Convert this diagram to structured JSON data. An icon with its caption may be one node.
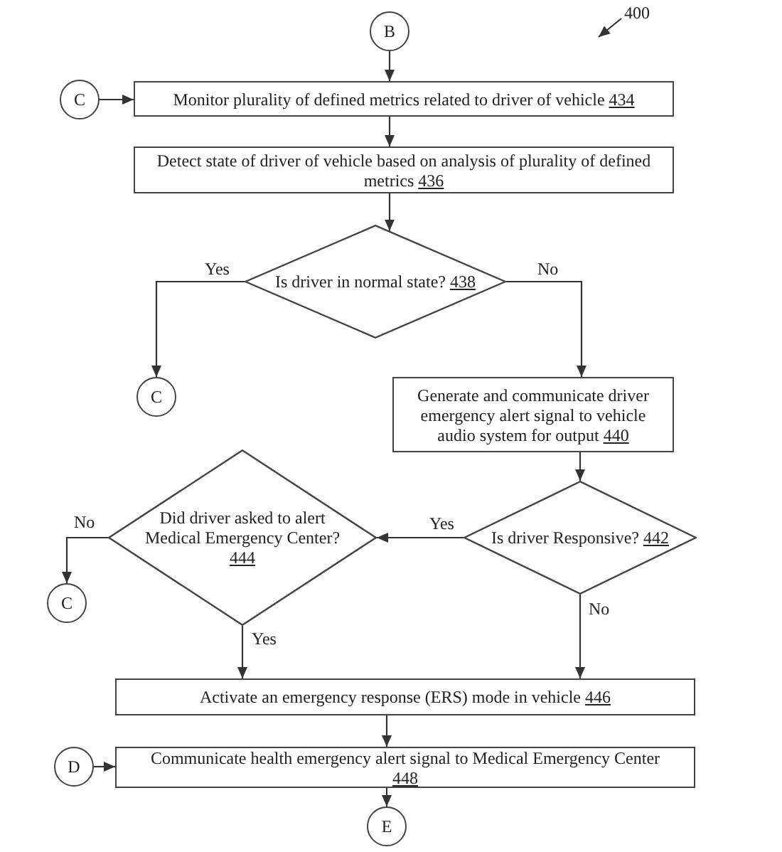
{
  "diagram": {
    "nodes": [
      {
        "text": [
          "400"
        ]
      },
      {
        "text": [
          "B"
        ]
      },
      {
        "text": [
          "C"
        ]
      },
      {
        "text": [
          "Monitor plurality of defined metrics related to driver of vehicle",
          "434"
        ]
      },
      {
        "text": [
          "Detect state of driver of vehicle based on analysis of plurality of defined metrics",
          "436"
        ]
      },
      {
        "text": [
          "Is driver in normal state?",
          "438"
        ]
      },
      {
        "text": [
          "C"
        ]
      },
      {
        "text": [
          "Generate and communicate driver emergency alert signal to vehicle audio system for output",
          "440"
        ]
      },
      {
        "text": [
          "Did driver asked to alert Medical Emergency Center?",
          "444"
        ]
      },
      {
        "text": [
          "Is driver Responsive?",
          "442"
        ]
      },
      {
        "text": [
          "C"
        ]
      },
      {
        "text": [
          "Activate an emergency response (ERS) mode in vehicle",
          "446"
        ]
      },
      {
        "text": [
          "D"
        ]
      },
      {
        "text": [
          "Communicate health emergency alert signal to Medical Emergency Center",
          "448"
        ]
      },
      {
        "text": [
          "E"
        ]
      }
    ],
    "edges": [
      {
        "from": 0,
        "to": null,
        "arrow": "to"
      },
      {
        "from": 1,
        "to": 3,
        "arrow": "to"
      },
      {
        "from": 2,
        "to": 3,
        "arrow": "to"
      },
      {
        "from": 3,
        "to": 4,
        "arrow": "to"
      },
      {
        "from": 4,
        "to": 5,
        "arrow": "to"
      },
      {
        "from": 5,
        "to": 6,
        "arrow": "to",
        "label": "Yes"
      },
      {
        "from": 5,
        "to": 7,
        "arrow": "to",
        "label": "No"
      },
      {
        "from": 7,
        "to": 9,
        "arrow": "to"
      },
      {
        "from": 9,
        "to": 8,
        "arrow": "to",
        "label": "Yes"
      },
      {
        "from": 9,
        "to": 11,
        "arrow": "to",
        "label": "No"
      },
      {
        "from": 8,
        "to": 10,
        "arrow": "to",
        "label": "No"
      },
      {
        "from": 8,
        "to": 11,
        "arrow": "to",
        "label": "Yes"
      },
      {
        "from": 11,
        "to": 13,
        "arrow": "to"
      },
      {
        "from": 12,
        "to": 13,
        "arrow": "to"
      },
      {
        "from": 13,
        "to": 14,
        "arrow": "to"
      }
    ]
  }
}
